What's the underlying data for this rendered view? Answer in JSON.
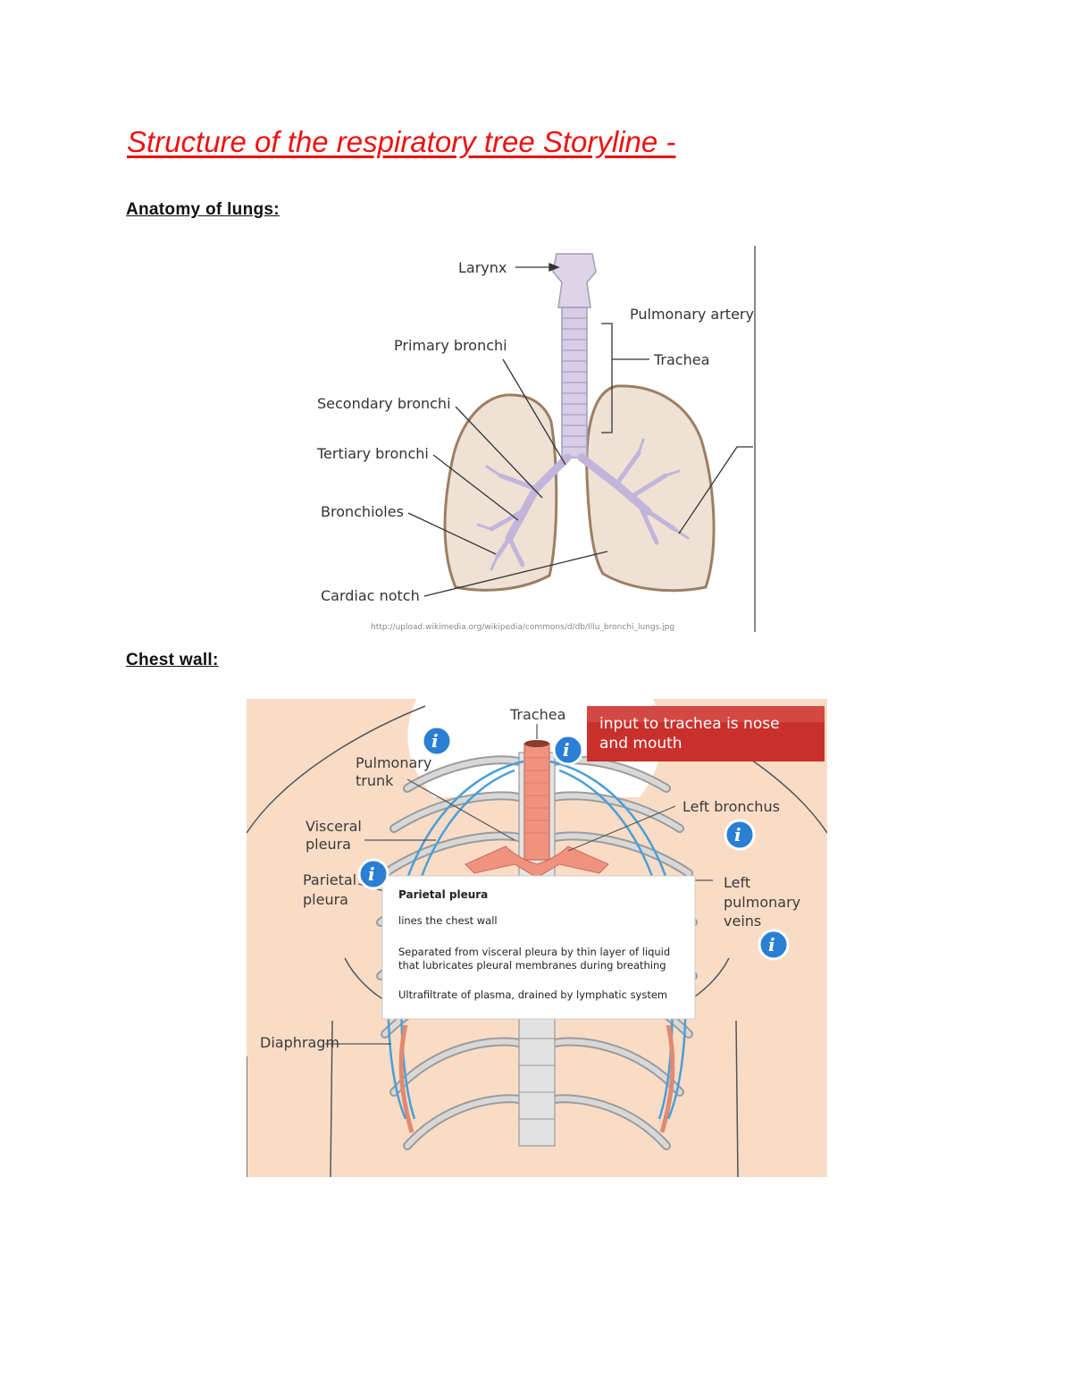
{
  "title": "Structure of the respiratory tree Storyline -",
  "sections": [
    {
      "heading": "Anatomy of lungs:"
    },
    {
      "heading": "Chest wall:"
    }
  ],
  "figure_lungs": {
    "labels": {
      "larynx": "Larynx",
      "pulmonary_artery": "Pulmonary artery",
      "trachea": "Trachea",
      "primary_bronchi": "Primary bronchi",
      "secondary_bronchi": "Secondary bronchi",
      "tertiary_bronchi": "Tertiary bronchi",
      "bronchioles": "Bronchioles",
      "cardiac_notch": "Cardiac notch"
    },
    "credit": "http://upload.wikimedia.org/wikipedia/commons/d/db/Illu_bronchi_lungs.jpg"
  },
  "figure_chest": {
    "labels": {
      "trachea": "Trachea",
      "pulmonary_trunk_1": "Pulmonary",
      "pulmonary_trunk_2": "trunk",
      "visceral_pleura_1": "Visceral",
      "visceral_pleura_2": "pleura",
      "parietal_pleura_1": "Parietal",
      "parietal_pleura_2": "pleura",
      "diaphragm": "Diaphragm",
      "left_bronchus": "Left bronchus",
      "left_pulmonary_veins_1": "Left",
      "left_pulmonary_veins_2": "pulmonary",
      "left_pulmonary_veins_3": "veins"
    },
    "callout": {
      "line1": "input to trachea is nose",
      "line2": "and mouth",
      "color": "#c9302c"
    },
    "popup": {
      "title": "Parietal pleura",
      "line1": "lines the chest wall",
      "line2a": "Separated from visceral pleura by thin layer of liquid",
      "line2b": "that lubricates pleural membranes during breathing",
      "line3": "Ultrafiltrate of plasma, drained by lymphatic system"
    },
    "info_icon": "i",
    "colors": {
      "skin": "#f9dcc6",
      "trachea": "#f0937e",
      "pleura_line": "#4a9fd6",
      "info_button": "#2a7fd4"
    }
  }
}
